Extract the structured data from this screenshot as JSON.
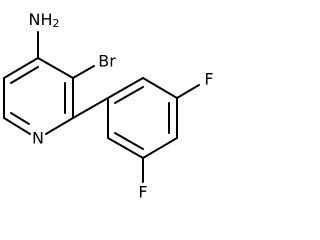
{
  "molecule": {
    "atoms": {
      "amine": "NH2",
      "bromine": "Br",
      "ring_nitrogen": "N",
      "fluorine_top": "F",
      "fluorine_bottom": "F"
    }
  },
  "colors": {
    "bond": "#000000",
    "label": "#000000",
    "background": "#ffffff"
  }
}
